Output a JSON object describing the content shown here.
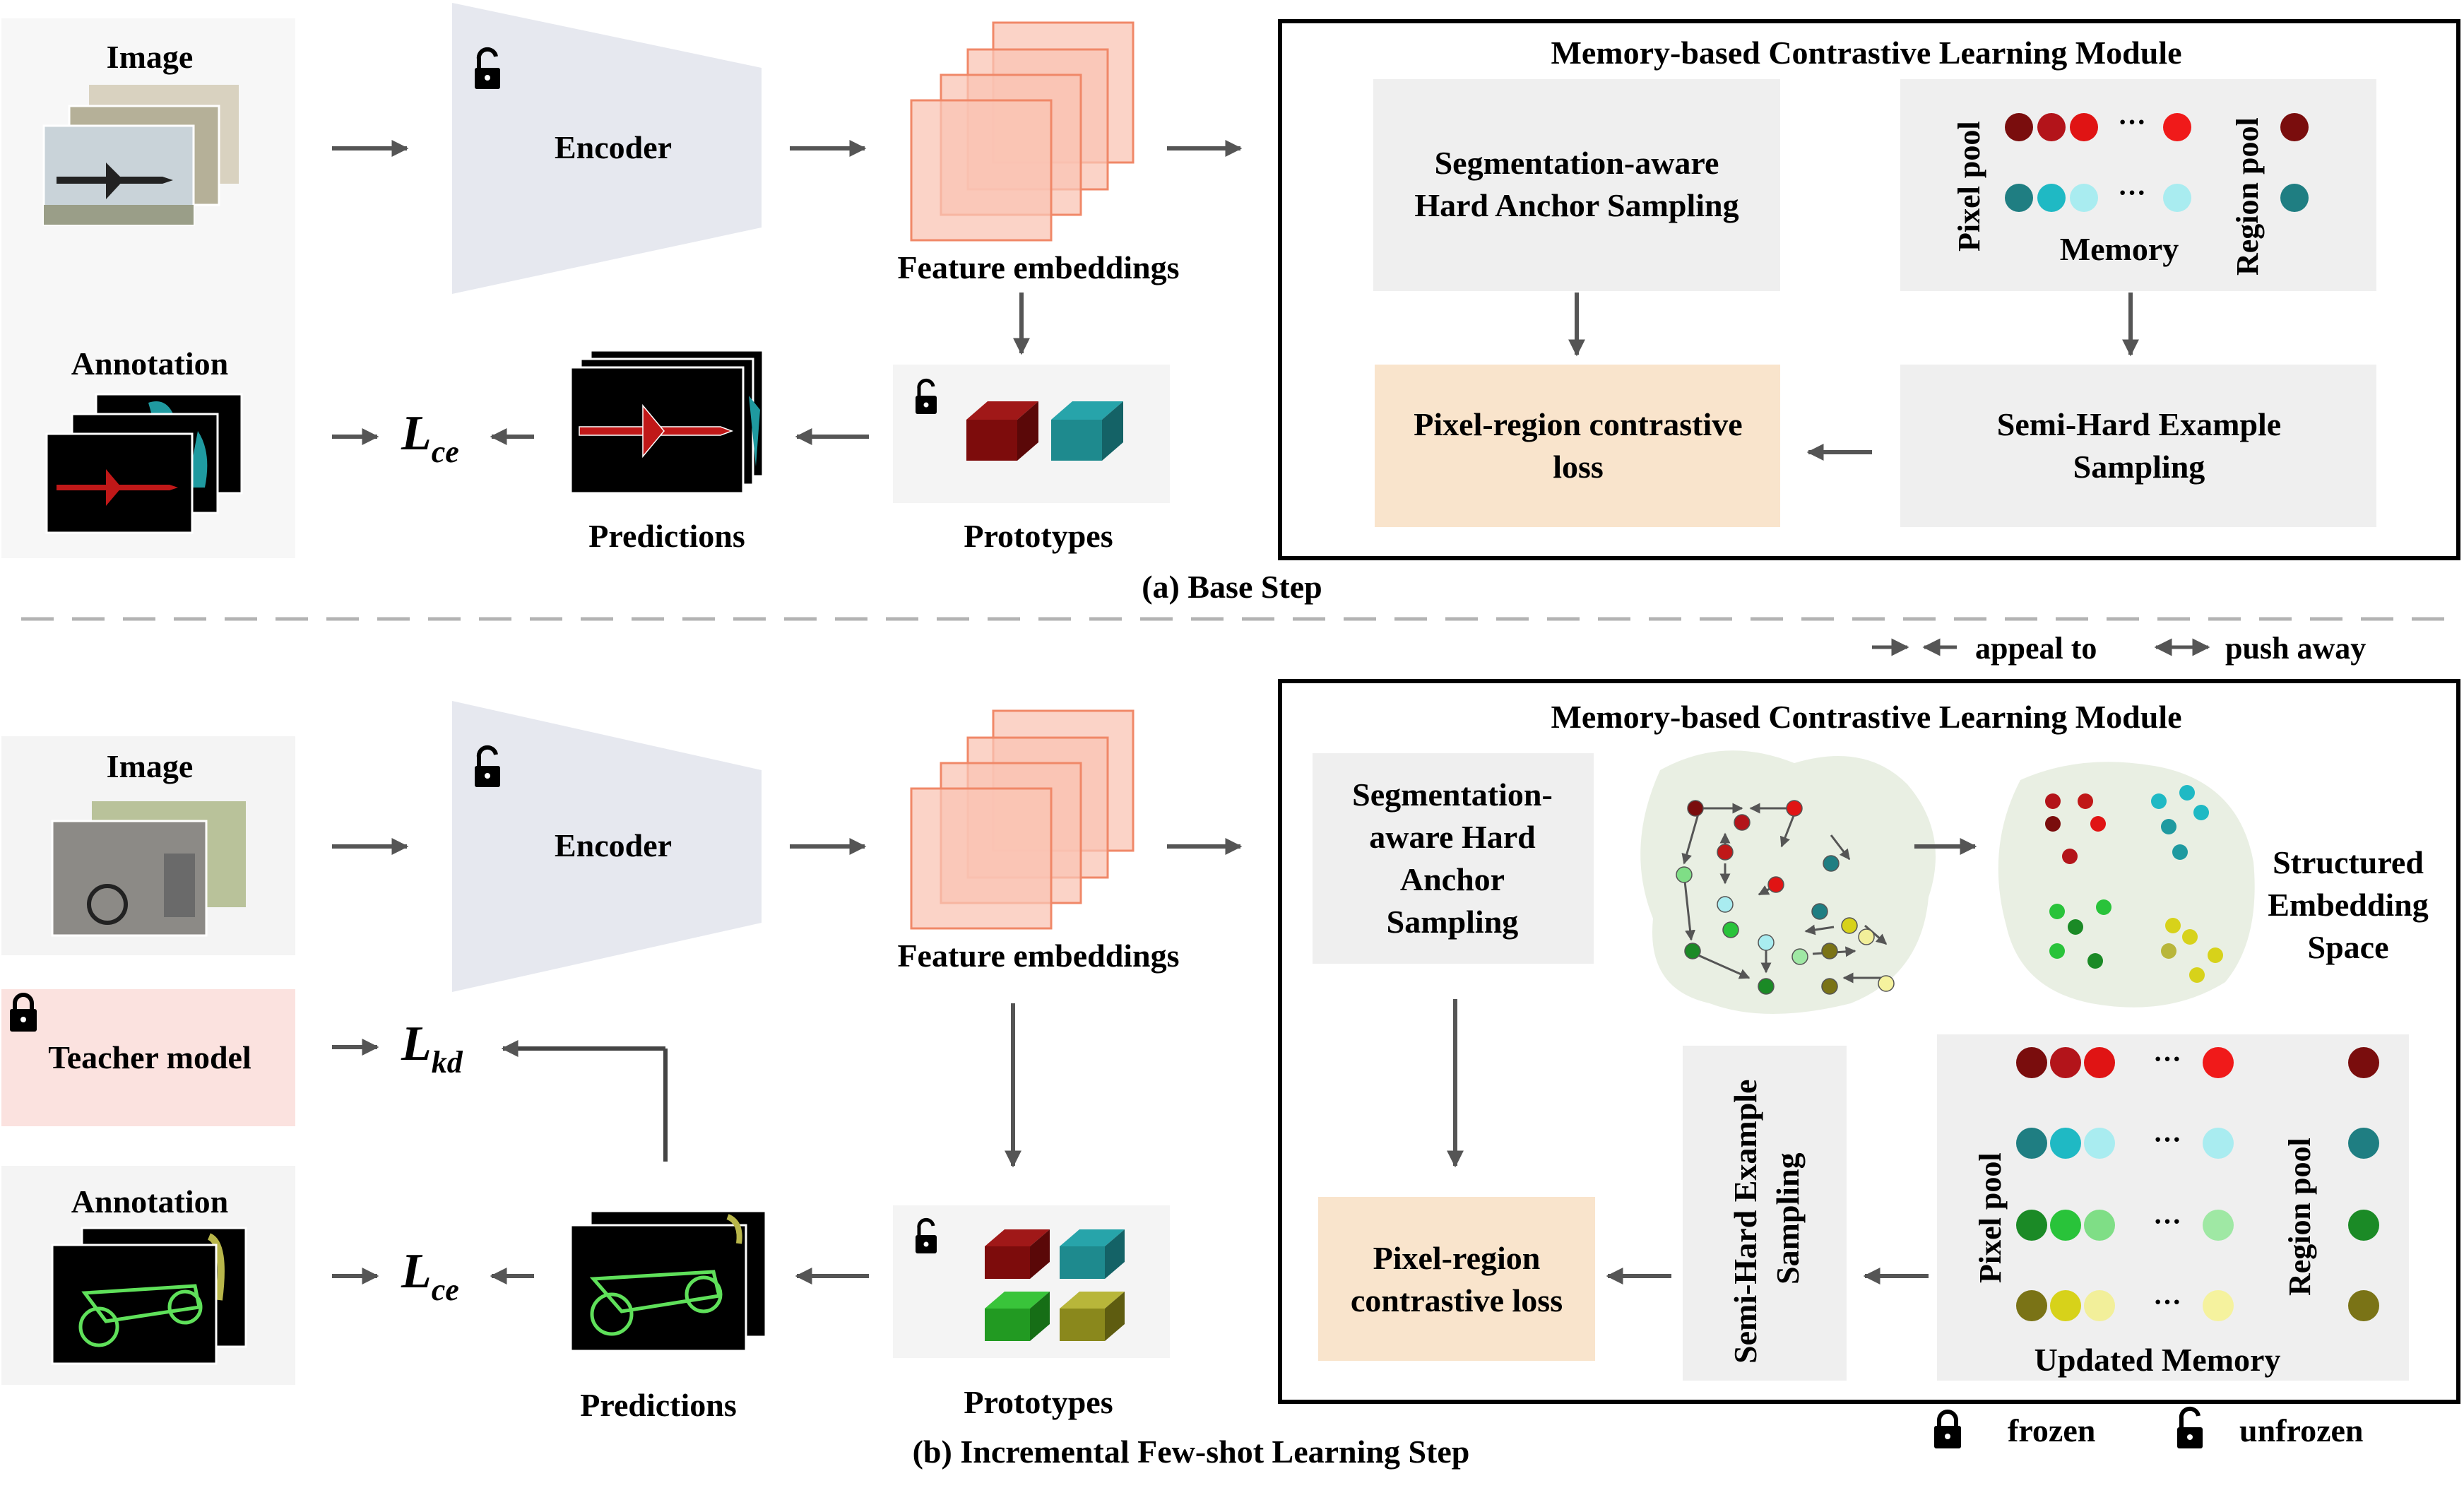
{
  "colors": {
    "c1": [
      "#7a0d0d",
      "#b3141a",
      "#e01414",
      "#f01a1a"
    ],
    "c2": [
      "#1f7e82",
      "#1fb9c4",
      "#a9ecf0",
      "#a9ecf0"
    ],
    "c3": [
      "#1b8a26",
      "#29c33a",
      "#7fde86",
      "#9fe8a4"
    ],
    "c4": [
      "#7a7316",
      "#d7d21a",
      "#f2ef9a",
      "#f5f29e"
    ]
  },
  "top": {
    "image_label": "Image",
    "annotation_label": "Annotation",
    "encoder_label": "Encoder",
    "feature_label": "Feature embeddings",
    "predictions_label": "Predictions",
    "prototypes_label": "Prototypes",
    "loss_letter": "L",
    "loss_sub": "ce",
    "module_title": "Memory-based Contrastive Learning Module",
    "sampling_line1": "Segmentation-aware",
    "sampling_line2": "Hard Anchor Sampling",
    "pixel_pool": "Pixel pool",
    "region_pool": "Region pool",
    "memory_label": "Memory",
    "dots": "···",
    "loss_box_line1": "Pixel-region contrastive",
    "loss_box_line2": "loss",
    "semihard_line1": "Semi-Hard Example",
    "semihard_line2": "Sampling",
    "caption": "(a) Base Step"
  },
  "legend": {
    "appeal": "appeal to",
    "push": "push away",
    "frozen": "frozen",
    "unfrozen": "unfrozen"
  },
  "bottom": {
    "image_label": "Image",
    "teacher_label": "Teacher model",
    "annotation_label": "Annotation",
    "encoder_label": "Encoder",
    "feature_label": "Feature embeddings",
    "predictions_label": "Predictions",
    "prototypes_label": "Prototypes",
    "loss_letter": "L",
    "loss_sub_kd": "kd",
    "loss_sub_ce": "ce",
    "module_title": "Memory-based Contrastive Learning Module",
    "sampling_lines": [
      "Segmentation-",
      "aware Hard",
      "Anchor",
      "Sampling"
    ],
    "structured_lines": [
      "Structured",
      "Embedding",
      "Space"
    ],
    "semihard_line1": "Semi-Hard Example",
    "semihard_line2": "Sampling",
    "loss_box_line1": "Pixel-region",
    "loss_box_line2": "contrastive loss",
    "pixel_pool": "Pixel pool",
    "region_pool": "Region pool",
    "updated_memory": "Updated Memory",
    "dots": "···",
    "caption": "(b) Incremental Few-shot Learning Step"
  }
}
